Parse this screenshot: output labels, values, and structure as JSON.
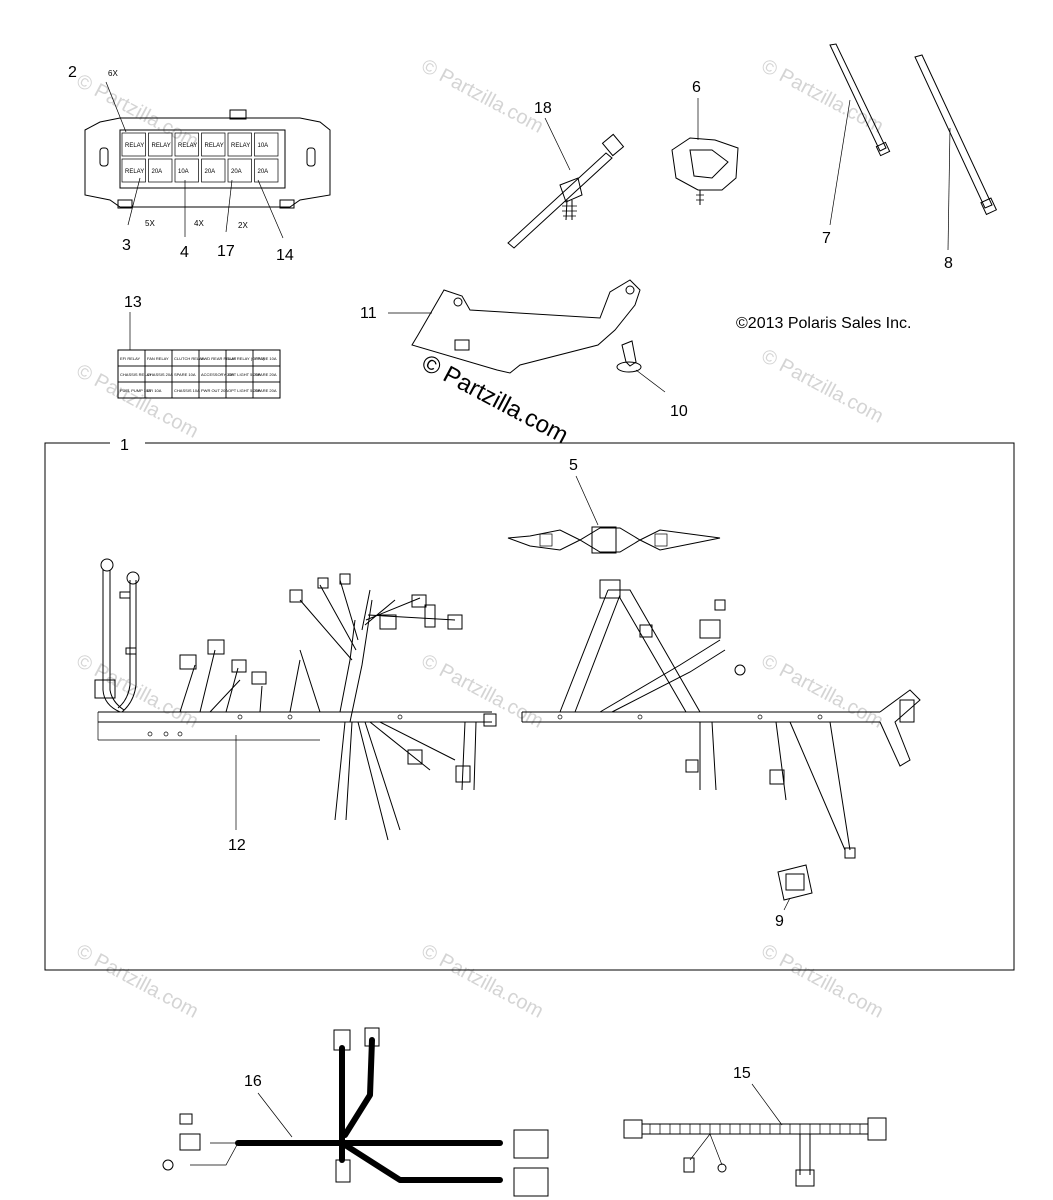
{
  "copyright": "©2013 Polaris Sales Inc.",
  "watermark": {
    "small": "© Partzilla.com",
    "large": "© Partzilla.com"
  },
  "callouts": {
    "c1": "1",
    "c2": "2",
    "c3": "3",
    "c4": "4",
    "c5": "5",
    "c6": "6",
    "c7": "7",
    "c8": "8",
    "c9": "9",
    "c10": "10",
    "c11": "11",
    "c12": "12",
    "c13": "13",
    "c14": "14",
    "c15": "15",
    "c16": "16",
    "c17": "17",
    "c18": "18"
  },
  "qty_marks": {
    "m6x": "6X",
    "m5x": "5X",
    "m4x": "4X",
    "m2x": "2X"
  },
  "fuse_block_cells": [
    "RELAY",
    "RELAY",
    "RELAY",
    "RELAY",
    "RELAY",
    "10A",
    "RELAY",
    "20A",
    "10A",
    "20A",
    "20A",
    "20A"
  ],
  "fuse_label_cells": [
    "EFI RELAY",
    "FAN RELAY",
    "CLUTCH RELAY",
    "AWD REAR RELAY",
    "LUS RELAY (OPT.1)",
    "SPARE 10A",
    "CHASSIS RELAY",
    "CHASSIS 20A",
    "SPARE 10A",
    "ACCESSORY 20A",
    "OPT LIGHT 5 20A",
    "SPARE 20A",
    "FUEL PUMP 10A",
    "EFI 10A",
    "CHASSIS 10A",
    "PWR OUT 20A",
    "OPT LIGHT 5 20A",
    "SPARE 20A"
  ]
}
